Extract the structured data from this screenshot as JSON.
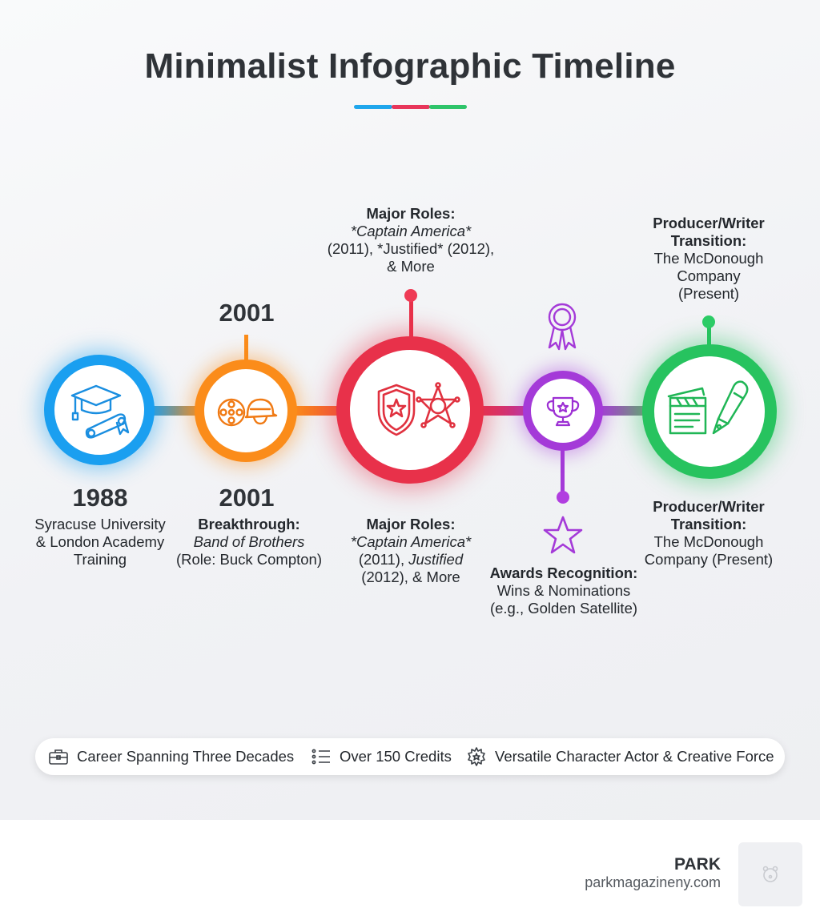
{
  "title": "Minimalist Infographic Timeline",
  "colors": {
    "blue": "#1a9ff0",
    "orange": "#fb8c1a",
    "red": "#e8314a",
    "purple": "#a43ad8",
    "green": "#27c35f"
  },
  "milestones": [
    {
      "year": "1988",
      "text": "Syracuse University & London Academy Training",
      "icons": [
        "graduation-cap-icon",
        "diploma-icon"
      ]
    },
    {
      "year_top": "2001",
      "year": "2001",
      "heading": "Breakthrough:",
      "title_italic": "Band of Brothers",
      "detail": "(Role: Buck Compton)",
      "icons": [
        "film-reel-icon",
        "army-helmet-icon"
      ]
    },
    {
      "top_heading": "Major Roles:",
      "top_line1": "*Captain America*",
      "top_line2": "(2011), *Justified* (2012),",
      "top_line3": "& More",
      "heading": "Major Roles:",
      "line1": "*Captain America*",
      "line2_a": "(2011), ",
      "line2_b": "Justified",
      "line3": "(2012), & More",
      "icons": [
        "police-shield-icon",
        "sheriff-star-icon"
      ]
    },
    {
      "heading": "Awards Recognition:",
      "line1": "Wins & Nominations",
      "line2": "(e.g., Golden Satellite)",
      "icons": [
        "trophy-icon",
        "award-ribbon-icon",
        "star-icon"
      ]
    },
    {
      "top_heading_1": "Producer/Writer",
      "top_heading_2": "Transition:",
      "top_line1": "The McDonough",
      "top_line2": "Company",
      "top_line3": "(Present)",
      "heading_1": "Producer/Writer",
      "heading_2": "Transition:",
      "line1": "The McDonough",
      "line2": "Company (Present)",
      "icons": [
        "clapperboard-icon",
        "fountain-pen-icon"
      ]
    }
  ],
  "summary": [
    {
      "icon": "briefcase-icon",
      "label": "Career Spanning Three Decades"
    },
    {
      "icon": "list-icon",
      "label": "Over 150 Credits"
    },
    {
      "icon": "gear-star-icon",
      "label": "Versatile Character Actor & Creative Force"
    }
  ],
  "footer": {
    "brand": "PARK",
    "url": "parkmagazineny.com"
  }
}
